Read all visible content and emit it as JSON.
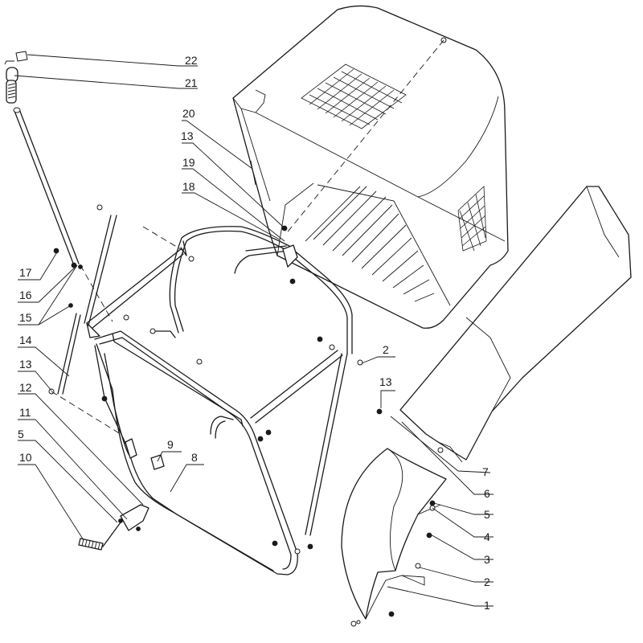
{
  "callouts": [
    {
      "id": "c22",
      "label": "22"
    },
    {
      "id": "c21",
      "label": "21"
    },
    {
      "id": "c20",
      "label": "20"
    },
    {
      "id": "c13a",
      "label": "13"
    },
    {
      "id": "c19",
      "label": "19"
    },
    {
      "id": "c18",
      "label": "18"
    },
    {
      "id": "c17",
      "label": "17"
    },
    {
      "id": "c16",
      "label": "16"
    },
    {
      "id": "c15",
      "label": "15"
    },
    {
      "id": "c14",
      "label": "14"
    },
    {
      "id": "c13b",
      "label": "13"
    },
    {
      "id": "c12",
      "label": "12"
    },
    {
      "id": "c11",
      "label": "11"
    },
    {
      "id": "c5a",
      "label": "5"
    },
    {
      "id": "c10",
      "label": "10"
    },
    {
      "id": "c9",
      "label": "9"
    },
    {
      "id": "c8",
      "label": "8"
    },
    {
      "id": "c2a",
      "label": "2"
    },
    {
      "id": "c13c",
      "label": "13"
    },
    {
      "id": "c7",
      "label": "7"
    },
    {
      "id": "c6",
      "label": "6"
    },
    {
      "id": "c5b",
      "label": "5"
    },
    {
      "id": "c4",
      "label": "4"
    },
    {
      "id": "c3",
      "label": "3"
    },
    {
      "id": "c2b",
      "label": "2"
    },
    {
      "id": "c1",
      "label": "1"
    }
  ]
}
